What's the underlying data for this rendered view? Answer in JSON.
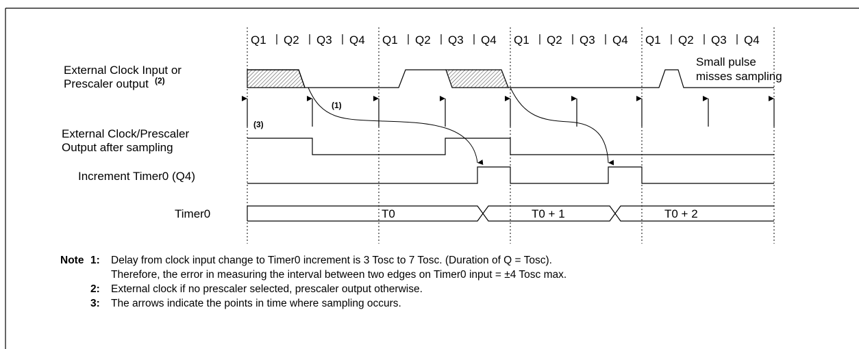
{
  "quarters": [
    "Q1",
    "Q2",
    "Q3",
    "Q4",
    "Q1",
    "Q2",
    "Q3",
    "Q4",
    "Q1",
    "Q2",
    "Q3",
    "Q4",
    "Q1",
    "Q2",
    "Q3",
    "Q4"
  ],
  "signals": {
    "ext_clock_line1": "External Clock Input or",
    "ext_clock_line2": "Prescaler output",
    "ext_clock_note": "(2)",
    "after_sampling_line1": "External Clock/Prescaler",
    "after_sampling_line2": "Output after sampling",
    "increment": "Increment Timer0 (Q4)",
    "timer0": "Timer0"
  },
  "footnote_marks": {
    "one": "(1)",
    "three": "(3)"
  },
  "timer0_values": [
    "T0",
    "T0 + 1",
    "T0 + 2"
  ],
  "annotation": {
    "line1": "Small pulse",
    "line2": "misses sampling"
  },
  "notes": {
    "label": "Note",
    "items": [
      {
        "num": "1:",
        "lines": [
          "Delay from clock input change to Timer0 increment is 3 Tosc to 7 Tosc. (Duration of Q = Tosc).",
          "Therefore, the error in measuring the interval between two edges on Timer0 input = ±4 Tosc max."
        ]
      },
      {
        "num": "2:",
        "lines": [
          "External clock if no prescaler selected, prescaler output otherwise."
        ]
      },
      {
        "num": "3:",
        "lines": [
          "The arrows indicate the points in time where sampling occurs."
        ]
      }
    ]
  }
}
